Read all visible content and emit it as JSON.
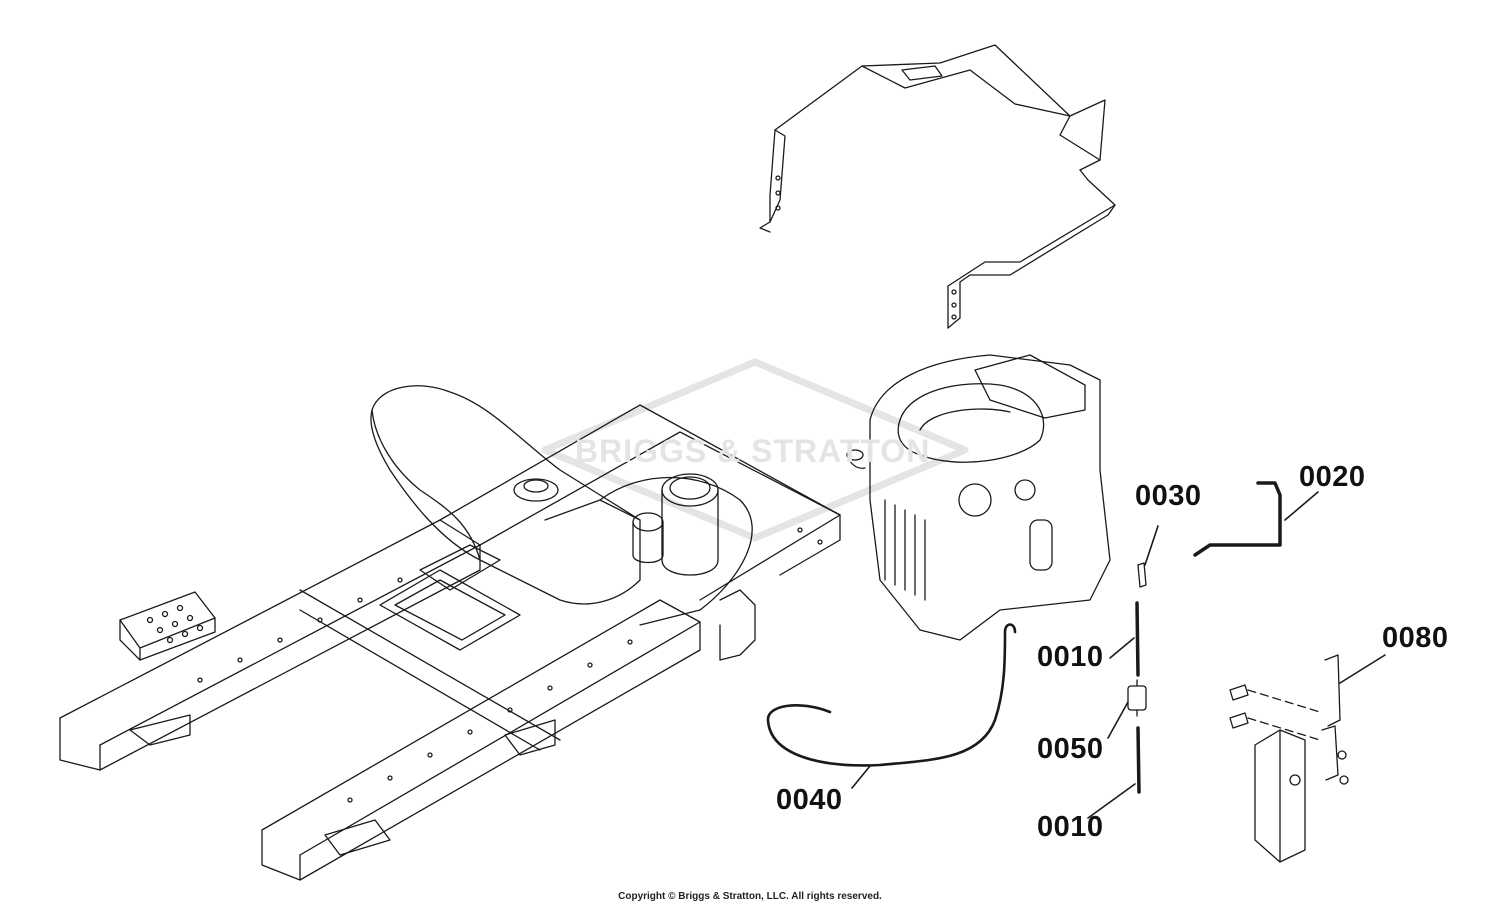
{
  "watermark": {
    "text": "BRIGGS & STRATTON"
  },
  "callouts": [
    {
      "id": "0020",
      "label": "0020"
    },
    {
      "id": "0030",
      "label": "0030"
    },
    {
      "id": "0080",
      "label": "0080"
    },
    {
      "id": "0010a",
      "label": "0010"
    },
    {
      "id": "0050",
      "label": "0050"
    },
    {
      "id": "0040",
      "label": "0040"
    },
    {
      "id": "0010b",
      "label": "0010"
    }
  ],
  "footer": {
    "copyright": "Copyright © Briggs & Stratton, LLC. All rights reserved."
  },
  "colors": {
    "line": "#1a1a1a",
    "watermark": "#e4e4e4",
    "background": "#ffffff"
  }
}
